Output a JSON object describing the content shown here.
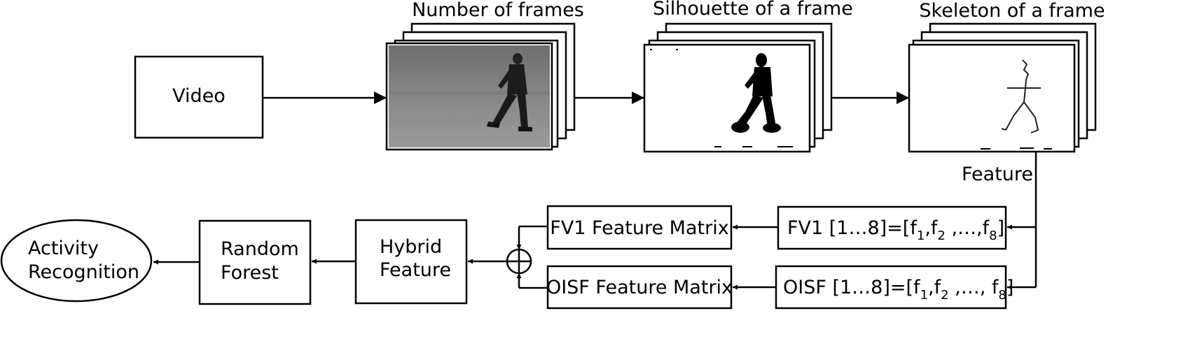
{
  "video_label": "Video",
  "frames_title": "Number of frames",
  "silhouette_title": "Silhouette of a frame",
  "skeleton_title": "Skeleton of a frame",
  "feature_label": "Feature",
  "fv1_vector": {
    "prefix": "FV1 [1…8]=[",
    "f1": "f",
    "s1": "1",
    "f2": ",f",
    "s2": "2",
    "ellipsis": " ,…,",
    "f8": "f",
    "s8": "8",
    "close": "]"
  },
  "oisf_vector": {
    "prefix": "OISF [1…8]=[",
    "f1": "f",
    "s1": "1",
    "f2": ",f",
    "s2": "2",
    "ellipsis": " ,…, ",
    "f8": "f",
    "s8": "8",
    "close": "]"
  },
  "fv1_matrix": "FV1 Feature Matrix",
  "oisf_matrix": "OISF Feature Matrix",
  "hybrid_line1": "Hybrid",
  "hybrid_line2": "Feature",
  "rf_line1": "Random",
  "rf_line2": "Forest",
  "activity_line1": "Activity",
  "activity_line2": "Recognition"
}
